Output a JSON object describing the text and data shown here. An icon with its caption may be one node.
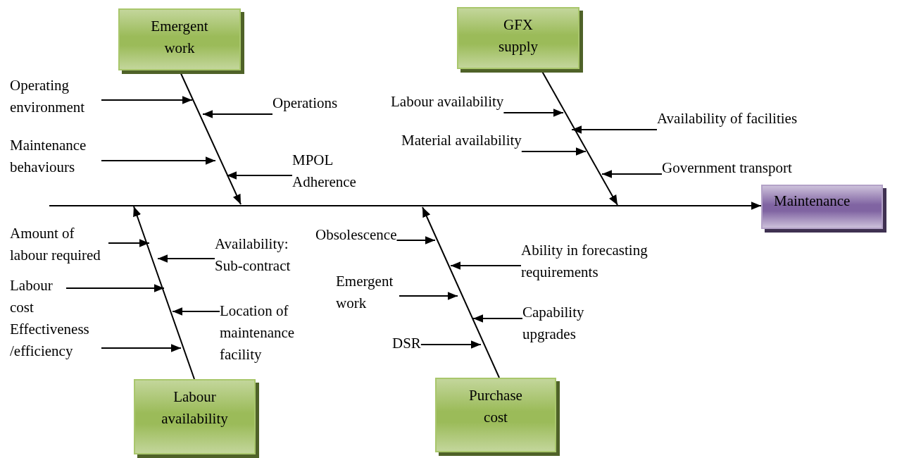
{
  "diagram": {
    "nodes": [
      {
        "text": [
          "Emergent work"
        ]
      },
      {
        "text": [
          "GFX supply"
        ]
      },
      {
        "text": [
          "Maintenance"
        ]
      },
      {
        "text": [
          "Labour availability"
        ]
      },
      {
        "text": [
          "Purchase cost"
        ]
      },
      {
        "text": [
          "Operating environment"
        ]
      },
      {
        "text": [
          "Operations"
        ]
      },
      {
        "text": [
          "Maintenance behaviours"
        ]
      },
      {
        "text": [
          "MPOL Adherence"
        ]
      },
      {
        "text": [
          "Labour availability"
        ]
      },
      {
        "text": [
          "Availability of facilities"
        ]
      },
      {
        "text": [
          "Material availability"
        ]
      },
      {
        "text": [
          "Government transport"
        ]
      },
      {
        "text": [
          "Amount of labour required"
        ]
      },
      {
        "text": [
          "Availability: Sub-contract"
        ]
      },
      {
        "text": [
          "Labour cost"
        ]
      },
      {
        "text": [
          "Location of maintenance facility"
        ]
      },
      {
        "text": [
          "Effectiveness /efficiency"
        ]
      },
      {
        "text": [
          "Obsolescence"
        ]
      },
      {
        "text": [
          "Ability in forecasting requirements"
        ]
      },
      {
        "text": [
          "Emergent work"
        ]
      },
      {
        "text": [
          "Capability upgrades"
        ]
      },
      {
        "text": [
          "DSR"
        ]
      }
    ],
    "edges": [
      {
        "from": null,
        "to": 2,
        "arrow": "to"
      },
      {
        "from": 0,
        "to": null,
        "arrow": "to"
      },
      {
        "from": 1,
        "to": null,
        "arrow": "to"
      },
      {
        "from": 3,
        "to": null,
        "arrow": "to"
      },
      {
        "from": 4,
        "to": null,
        "arrow": "to"
      },
      {
        "from": 5,
        "to": null,
        "arrow": "to"
      },
      {
        "from": 6,
        "to": null,
        "arrow": "to"
      },
      {
        "from": 7,
        "to": null,
        "arrow": "to"
      },
      {
        "from": 8,
        "to": null,
        "arrow": "to"
      },
      {
        "from": 9,
        "to": null,
        "arrow": "to"
      },
      {
        "from": 10,
        "to": null,
        "arrow": "to"
      },
      {
        "from": 11,
        "to": null,
        "arrow": "to"
      },
      {
        "from": 12,
        "to": null,
        "arrow": "to"
      },
      {
        "from": 13,
        "to": null,
        "arrow": "to"
      },
      {
        "from": 14,
        "to": null,
        "arrow": "to"
      },
      {
        "from": 15,
        "to": null,
        "arrow": "to"
      },
      {
        "from": 16,
        "to": null,
        "arrow": "to"
      },
      {
        "from": 17,
        "to": null,
        "arrow": "to"
      },
      {
        "from": 18,
        "to": null,
        "arrow": "to"
      },
      {
        "from": 19,
        "to": null,
        "arrow": "to"
      },
      {
        "from": 20,
        "to": null,
        "arrow": "to"
      },
      {
        "from": 21,
        "to": null,
        "arrow": "to"
      },
      {
        "from": 22,
        "to": null,
        "arrow": "to"
      }
    ]
  }
}
